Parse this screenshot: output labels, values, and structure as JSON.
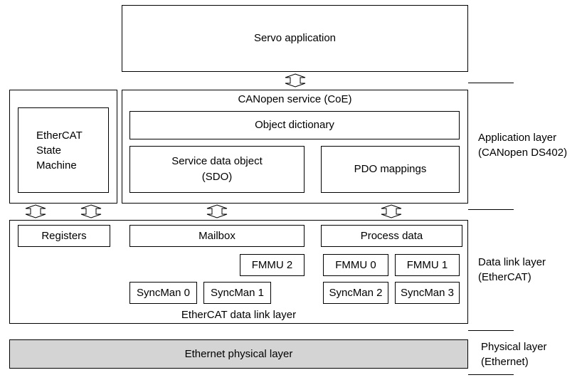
{
  "servo_application": "Servo application",
  "canopen_service": "CANopen service (CoE)",
  "object_dictionary": "Object dictionary",
  "sdo_line1": "Service data object",
  "sdo_line2": "(SDO)",
  "pdo_mappings": "PDO mappings",
  "state_machine_line1": "EtherCAT",
  "state_machine_line2": "State",
  "state_machine_line3": "Machine",
  "registers": "Registers",
  "mailbox": "Mailbox",
  "process_data": "Process data",
  "fmmu_2": "FMMU 2",
  "fmmu_0": "FMMU 0",
  "fmmu_1": "FMMU 1",
  "syncman_0": "SyncMan 0",
  "syncman_1": "SyncMan 1",
  "syncman_2": "SyncMan 2",
  "syncman_3": "SyncMan 3",
  "datalink_caption": "EtherCAT data link layer",
  "physical_layer_box": "Ethernet physical layer",
  "layer_labels": {
    "application_1": "Application layer",
    "application_2": "(CANopen DS402)",
    "datalink_1": "Data link layer",
    "datalink_2": "(EtherCAT)",
    "physical_1": "Physical layer",
    "physical_2": "(Ethernet)"
  },
  "colors": {
    "physical_fill": "#d4d4d4",
    "line": "#000000"
  }
}
